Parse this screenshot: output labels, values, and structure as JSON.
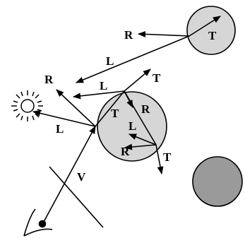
{
  "labels": {
    "R_top": "R",
    "T_top_sphere": "T",
    "L_upper": "L",
    "T_upper": "T",
    "R_left": "R",
    "L_middle": "L",
    "T_in_sphere": "T",
    "R_in_sphere": "R",
    "L_lower": "L",
    "L_in_sphere": "L",
    "R_in_sphere_low": "R",
    "T_exit": "T",
    "V_view": "V"
  },
  "colors": {
    "ink": "#000000",
    "sphere_light": "#d6d6d6",
    "sphere_dark": "#9a9a9a",
    "background": "#ffffff"
  },
  "icons": [
    "eye-icon",
    "light-source-icon"
  ]
}
